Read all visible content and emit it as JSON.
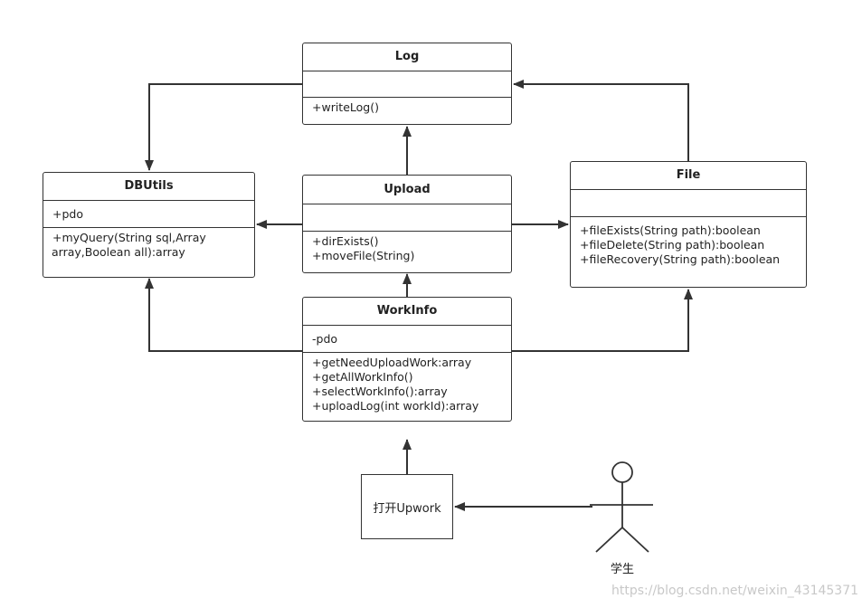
{
  "classes": {
    "log": {
      "name": "Log",
      "attributes": [],
      "operations": [
        "+writeLog()"
      ]
    },
    "dbutils": {
      "name": "DBUtils",
      "attributes": [
        "+pdo"
      ],
      "operations": [
        "+myQuery(String sql,Array",
        "array,Boolean all):array"
      ]
    },
    "upload": {
      "name": "Upload",
      "attributes": [],
      "operations": [
        "+dirExists()",
        "+moveFile(String)"
      ]
    },
    "file": {
      "name": "File",
      "attributes": [],
      "operations": [
        "+fileExists(String path):boolean",
        "+fileDelete(String path):boolean",
        "+fileRecovery(String path):boolean"
      ]
    },
    "workinfo": {
      "name": "WorkInfo",
      "attributes": [
        "-pdo"
      ],
      "operations": [
        "+getNeedUploadWork:array",
        "+getAllWorkInfo()",
        "+selectWorkInfo():array",
        "+uploadLog(int workId):array"
      ]
    }
  },
  "action_box": {
    "label": "打开Upwork"
  },
  "actor": {
    "label": "学生"
  },
  "watermark": "https://blog.csdn.net/weixin_43145371",
  "colors": {
    "line": "#333333",
    "watermark": "#c8c8c8"
  }
}
